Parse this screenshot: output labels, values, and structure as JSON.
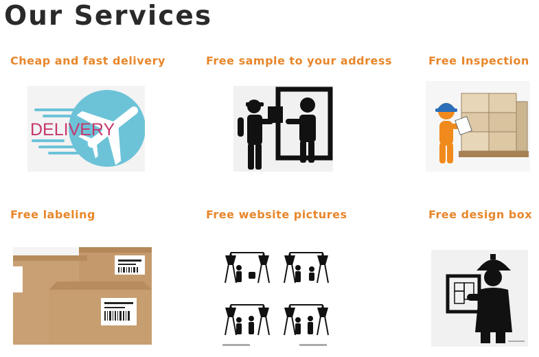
{
  "page": {
    "title": "Our Services"
  },
  "services": [
    {
      "title": "Cheap and fast delivery",
      "image_text": "DELIVERY",
      "icon": "airplane-icon"
    },
    {
      "title": "Free sample to your address",
      "icon": "delivery-person-icon"
    },
    {
      "title": "Free Inspection",
      "icon": "inspector-icon"
    },
    {
      "title": "Free labeling",
      "icon": "cardboard-boxes-icon"
    },
    {
      "title": "Free website pictures",
      "icon": "photo-studio-icon"
    },
    {
      "title": "Free design box",
      "icon": "engineer-blueprint-icon"
    }
  ],
  "colors": {
    "accent": "#e8862a",
    "title": "#2a2a2a"
  }
}
